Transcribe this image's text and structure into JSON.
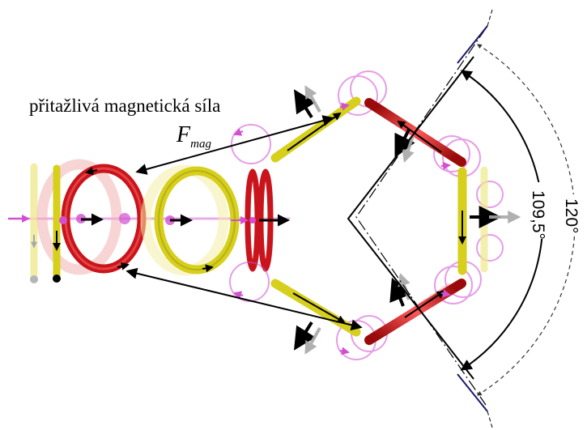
{
  "annotation": {
    "force_caption": "přitažlivá magnetická síla",
    "force_symbol": "F",
    "force_subscript": "mag"
  },
  "angles": {
    "inner": "109,5°",
    "outer": "120°"
  },
  "colors": {
    "red_ring": "#c8141a",
    "yellow_ring": "#d6cf1c",
    "magenta": "#d24fd2",
    "arrow": "#000000",
    "ghost_arrow": "#a8a8a8",
    "dark_blue": "#1a1a6e"
  }
}
